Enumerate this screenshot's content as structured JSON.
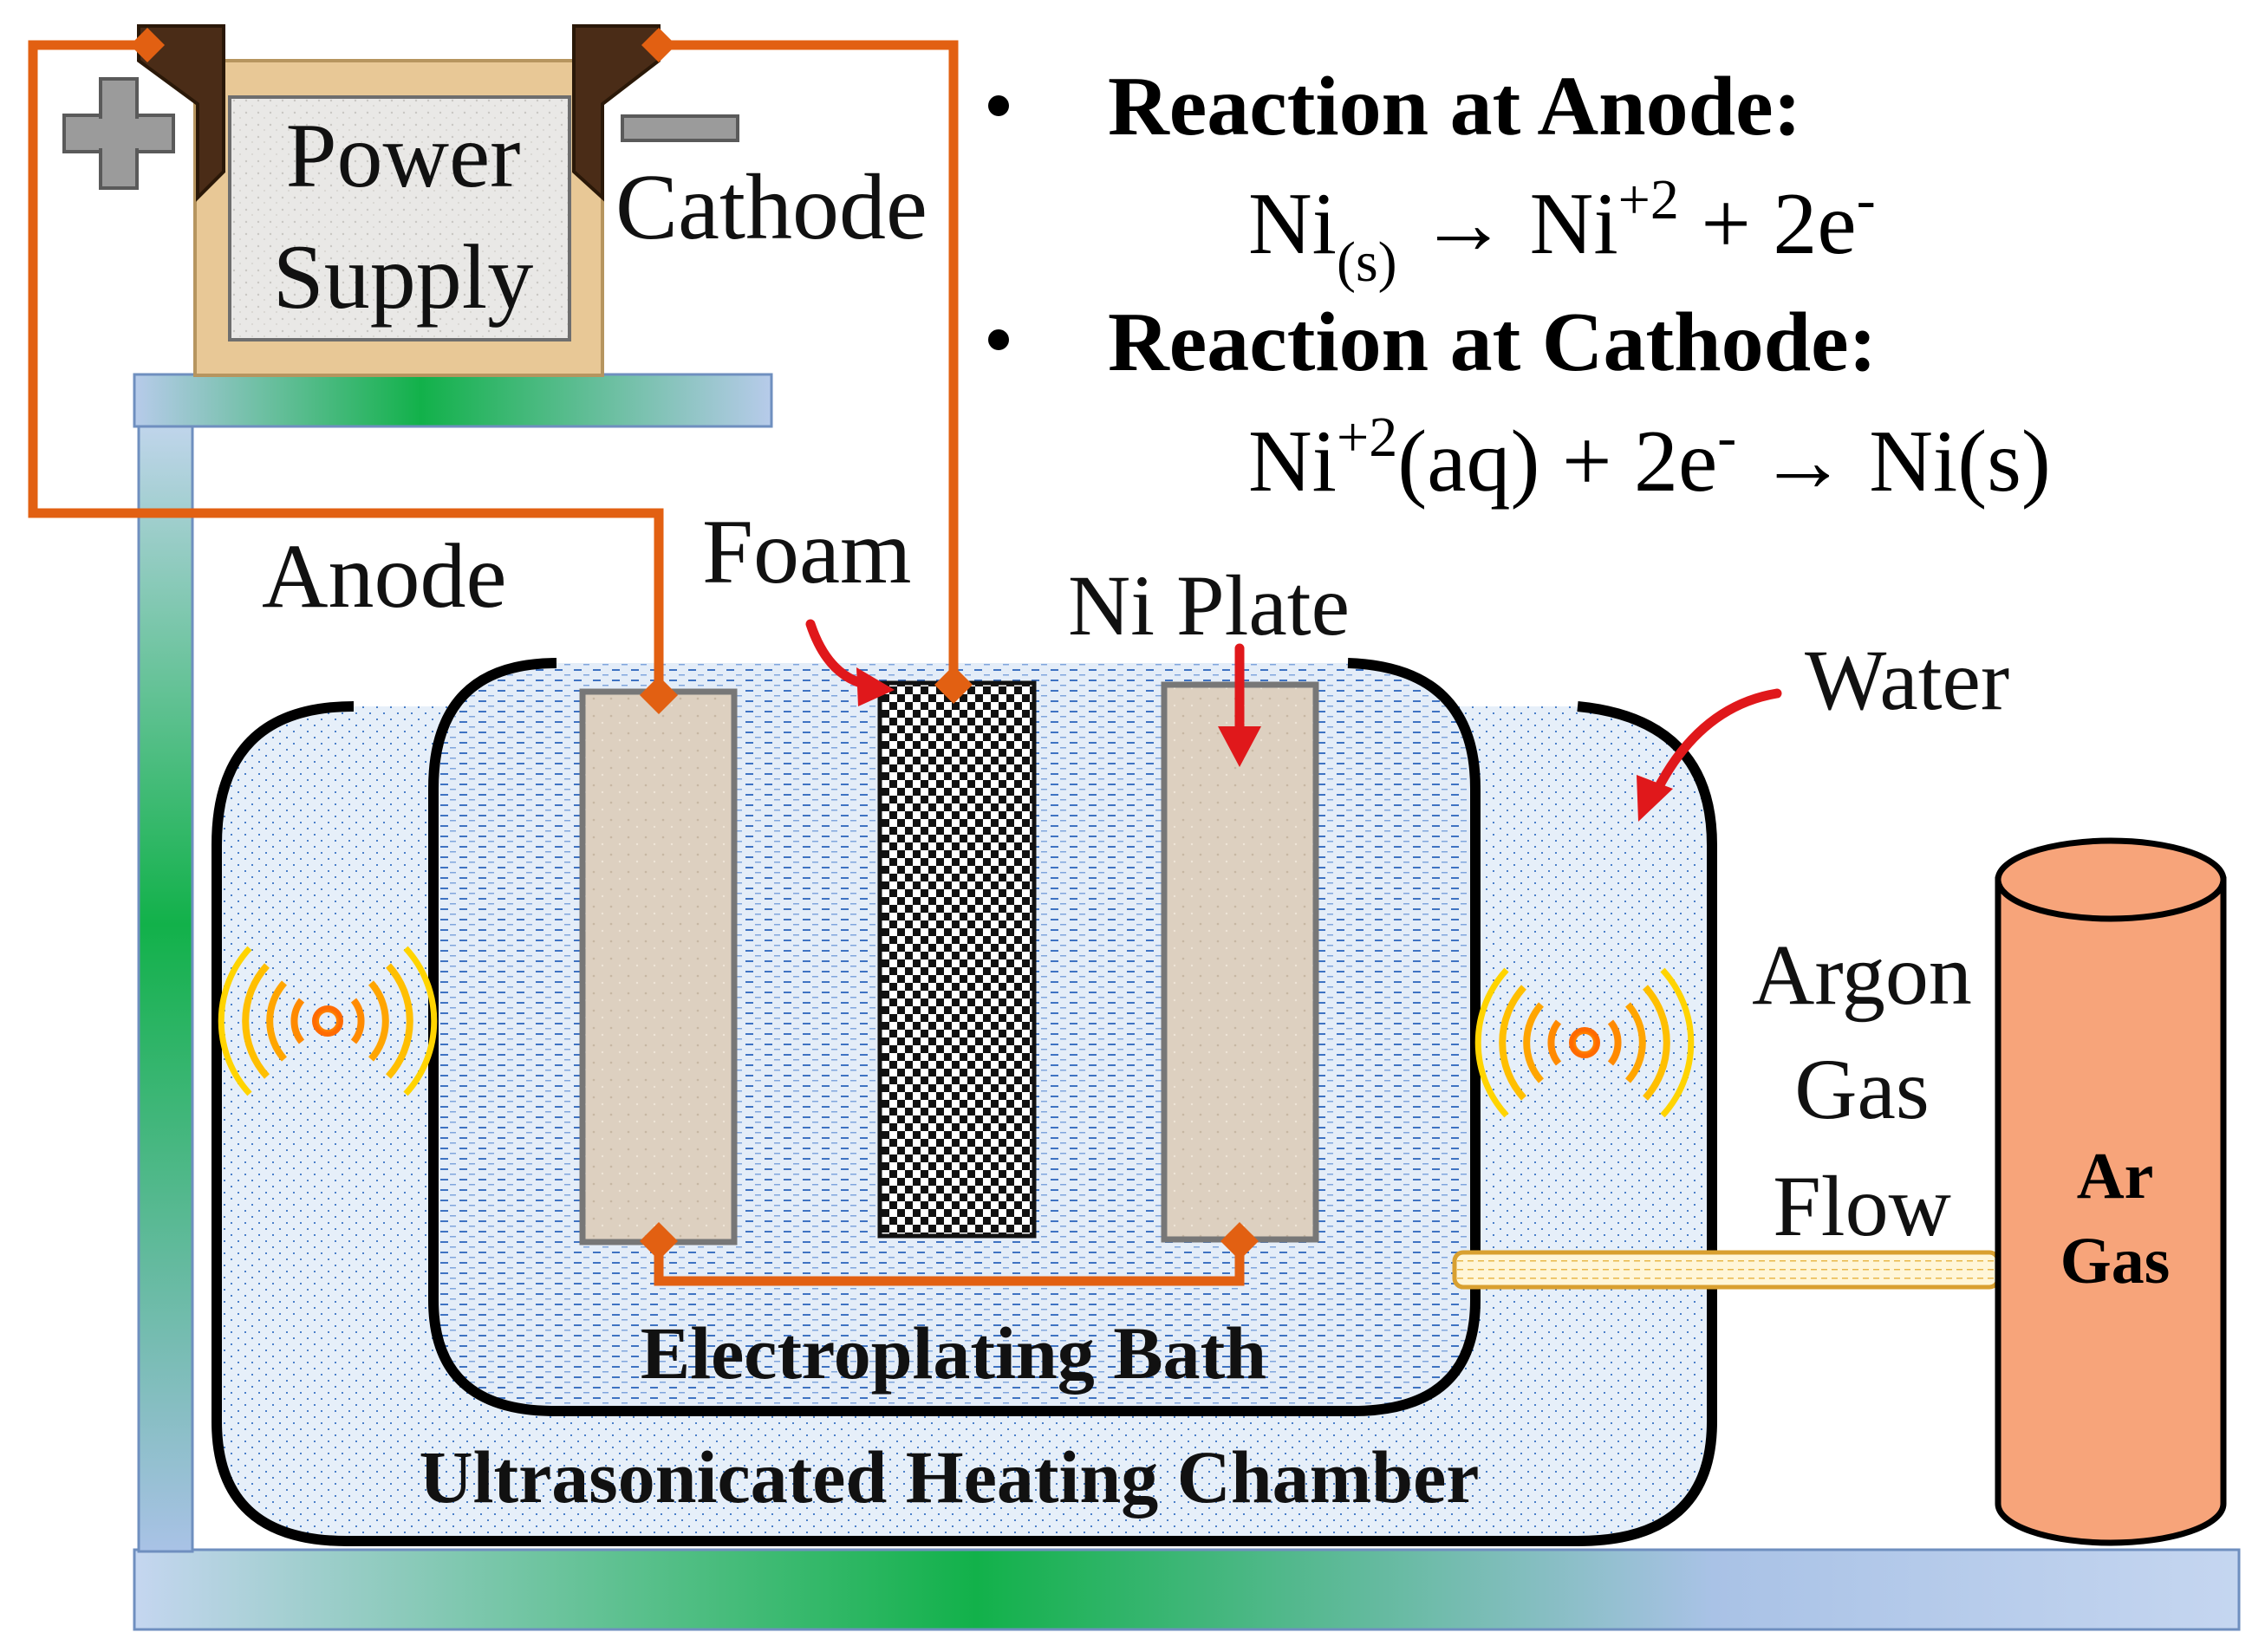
{
  "power_supply": {
    "label_line1": "Power",
    "label_line2": "Supply",
    "plus_icon": "plus-icon",
    "minus_icon": "minus-icon"
  },
  "labels": {
    "cathode": "Cathode",
    "anode": "Anode",
    "foam": "Foam",
    "ni_plate": "Ni Plate",
    "water": "Water",
    "argon_line1": "Argon",
    "argon_line2": "Gas",
    "argon_line3": "Flow",
    "ar_line1": "Ar",
    "ar_line2": "Gas",
    "electroplating_bath": "Electroplating Bath",
    "heating_chamber": "Ultrasonicated Heating Chamber"
  },
  "reactions": {
    "anode_title": "Reaction at Anode:",
    "anode_ni": "Ni",
    "anode_sub": "(s)",
    "anode_mid": " → Ni",
    "anode_sup": "+2",
    "anode_tail": " + 2e",
    "anode_e_sup": "-",
    "cathode_title": "Reaction at Cathode:",
    "cathode_ni": "Ni",
    "cathode_sup": "+2",
    "cathode_mid": "(aq) + 2e",
    "cathode_e_sup": "-",
    "cathode_tail": " → Ni(s)"
  },
  "colors": {
    "wire": "#e26012",
    "arrow": "#e0181b",
    "cylinder": "#f7a47a",
    "electrode": "#ddd0c0",
    "water": "#dbe9f7",
    "stand_light": "#a9c2e6",
    "stand_green": "#12b14a"
  }
}
